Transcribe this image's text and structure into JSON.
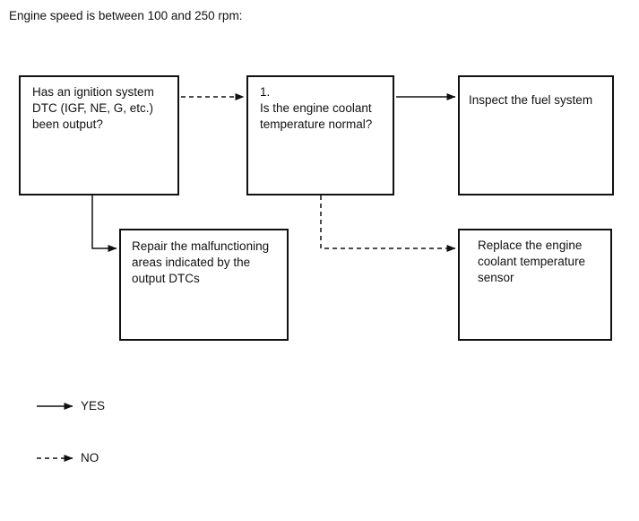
{
  "page": {
    "title": "Engine speed is between 100 and 250 rpm:"
  },
  "flowchart": {
    "nodes": [
      {
        "id": "ignition-dtc-question",
        "text": "Has an ignition system\nDTC (IGF, NE, G, etc.)\nbeen output?"
      },
      {
        "id": "coolant-temp-question",
        "text": "1.\nIs the engine coolant\ntemperature normal?"
      },
      {
        "id": "inspect-fuel-system",
        "text": "Inspect the fuel system"
      },
      {
        "id": "repair-dtc-areas",
        "text": "Repair the malfunctioning\nareas indicated by the\noutput DTCs"
      },
      {
        "id": "replace-ect-sensor",
        "text": "Replace the engine\ncoolant temperature\nsensor"
      }
    ],
    "edges": [
      {
        "from": "ignition-dtc-question",
        "to": "coolant-temp-question",
        "style": "dashed",
        "meaning": "NO"
      },
      {
        "from": "ignition-dtc-question",
        "to": "repair-dtc-areas",
        "style": "solid",
        "meaning": "YES"
      },
      {
        "from": "coolant-temp-question",
        "to": "inspect-fuel-system",
        "style": "solid",
        "meaning": "YES"
      },
      {
        "from": "coolant-temp-question",
        "to": "replace-ect-sensor",
        "style": "dashed",
        "meaning": "NO"
      }
    ],
    "line_color": "#111111"
  },
  "legend": {
    "yes_label": "YES",
    "no_label": "NO"
  }
}
